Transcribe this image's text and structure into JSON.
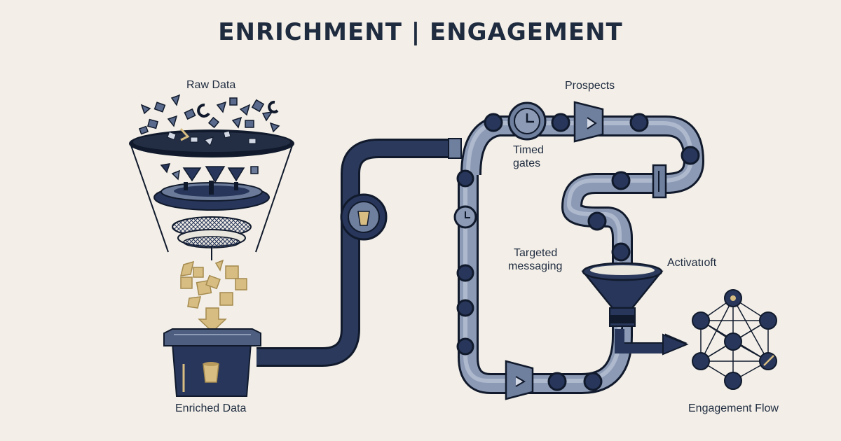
{
  "title": "ENRICHMENT | ENGAGEMENT",
  "labels": {
    "raw_data": "Raw Data",
    "enriched_data": "Enriched Data",
    "prospects": "Prospects",
    "timed_gates_line1": "Timed",
    "timed_gates_line2": "gates",
    "targeted_line1": "Targeted",
    "targeted_line2": "messaging",
    "activation": "Activatıoft",
    "engagement_flow": "Engagement Flow"
  },
  "colors": {
    "background": "#f3efe8",
    "navy": "#27365a",
    "pipe_light": "#8c9ab5",
    "pipe_dark": "#2b3a5c",
    "gold": "#d7bd82",
    "outline": "#111a2c"
  }
}
